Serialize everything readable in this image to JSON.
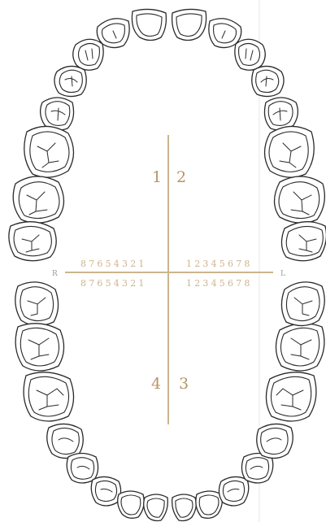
{
  "quadrants": {
    "upper_right": "1",
    "upper_left": "2",
    "lower_right": "4",
    "lower_left": "3"
  },
  "tooth_numbers": {
    "upper_right_row": "87654321",
    "upper_left_row": "12345678",
    "lower_right_row": "87654321",
    "lower_left_row": "12345678"
  },
  "side_labels": {
    "right": "R",
    "left": "L"
  },
  "colors": {
    "axis": "#cdb48e",
    "quadrant_text": "#b89466",
    "outline": "#2a2a2a"
  }
}
